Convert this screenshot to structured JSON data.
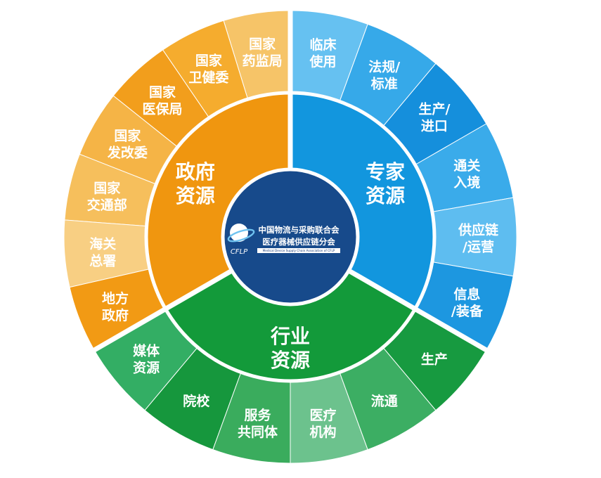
{
  "center": {
    "org_name_line1": "中国物流与采购联合会",
    "org_name_line2": "医疗器械供应链分会",
    "org_name_en": "Medical Device Supply Chain Association of CFLP",
    "logo_mark": "CFLP"
  },
  "inner_segments": [
    {
      "id": "gov",
      "lines": [
        "政府",
        "资源"
      ],
      "color": "#f0960f"
    },
    {
      "id": "expert",
      "lines": [
        "专家",
        "资源"
      ],
      "color": "#1296de"
    },
    {
      "id": "industry",
      "lines": [
        "行业",
        "资源"
      ],
      "color": "#139a3a"
    }
  ],
  "outer_segments": {
    "gov": [
      {
        "lines": [
          "国家",
          "药监局"
        ],
        "color": "#f6c468"
      },
      {
        "lines": [
          "国家",
          "卫健委"
        ],
        "color": "#f5ac2e"
      },
      {
        "lines": [
          "国家",
          "医保局"
        ],
        "color": "#f29e1c"
      },
      {
        "lines": [
          "国家",
          "发改委"
        ],
        "color": "#f5b446"
      },
      {
        "lines": [
          "国家",
          "交通部"
        ],
        "color": "#f6bf5c"
      },
      {
        "lines": [
          "海关",
          "总署"
        ],
        "color": "#f8cf83"
      },
      {
        "lines": [
          "地方",
          "政府"
        ],
        "color": "#f29a14"
      }
    ],
    "expert": [
      {
        "lines": [
          "临床",
          "使用"
        ],
        "color": "#66c1f1"
      },
      {
        "lines": [
          "法规/",
          "标准"
        ],
        "color": "#36a9e9"
      },
      {
        "lines": [
          "生产/",
          "进口"
        ],
        "color": "#158fdc"
      },
      {
        "lines": [
          "通关",
          "入境"
        ],
        "color": "#3aabea"
      },
      {
        "lines": [
          "供应链",
          "/运营"
        ],
        "color": "#5ebdf0"
      },
      {
        "lines": [
          "信息",
          "/装备"
        ],
        "color": "#1d97e0"
      }
    ],
    "industry": [
      {
        "lines": [
          "媒体",
          "资源"
        ],
        "color": "#33ae64"
      },
      {
        "lines": [
          "院校"
        ],
        "color": "#16973d"
      },
      {
        "lines": [
          "服务",
          "共同体"
        ],
        "color": "#3aac5d"
      },
      {
        "lines": [
          "医疗",
          "机构"
        ],
        "color": "#6cc28d"
      },
      {
        "lines": [
          "流通"
        ],
        "color": "#3cae63"
      },
      {
        "lines": [
          "生产"
        ],
        "color": "#179a40"
      }
    ]
  },
  "colors": {
    "center_fill": "#174a8b",
    "ring_gap": "#ffffff"
  }
}
